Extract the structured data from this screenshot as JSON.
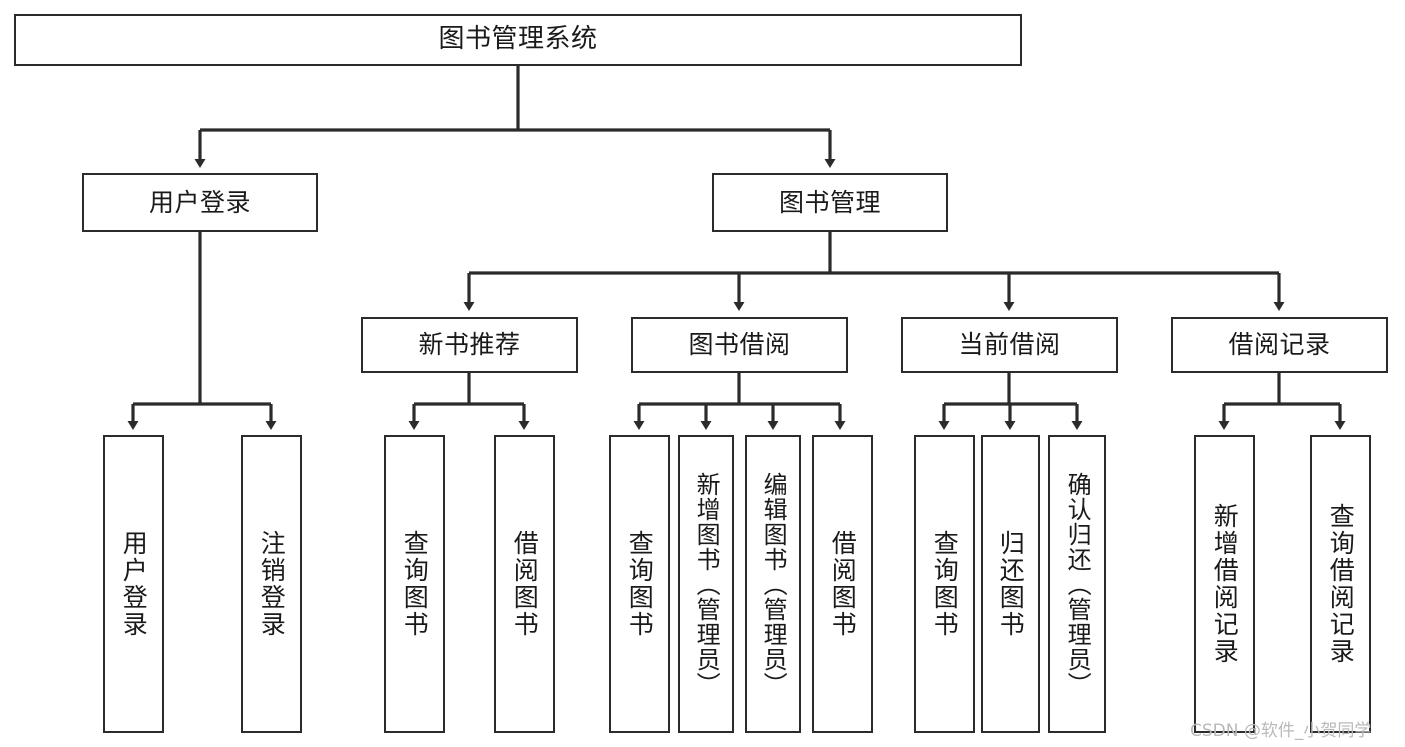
{
  "diagram": {
    "type": "tree",
    "title": "图书管理系统",
    "orientation": "top-down",
    "colors": {
      "box_border": "#2b2b2b",
      "box_fill": "#ffffff",
      "connector": "#2b2b2b",
      "text": "#1a1a1a",
      "watermark": "#b9b9b9",
      "background": "#ffffff"
    },
    "levels": {
      "level1": [
        {
          "id": "root",
          "label": "图书管理系统"
        }
      ],
      "level2": [
        {
          "id": "user-login",
          "label": "用户登录",
          "parent": "root"
        },
        {
          "id": "book-manage",
          "label": "图书管理",
          "parent": "root"
        }
      ],
      "level3": [
        {
          "id": "new-book-rec",
          "label": "新书推荐",
          "parent": "book-manage"
        },
        {
          "id": "book-borrow",
          "label": "图书借阅",
          "parent": "book-manage"
        },
        {
          "id": "current-borrow",
          "label": "当前借阅",
          "parent": "book-manage"
        },
        {
          "id": "borrow-record",
          "label": "借阅记录",
          "parent": "book-manage"
        }
      ],
      "leaves": [
        {
          "id": "leaf-user-login",
          "label": "用户登录",
          "parent": "user-login"
        },
        {
          "id": "leaf-logout",
          "label": "注销登录",
          "parent": "user-login"
        },
        {
          "id": "leaf-query-book-1",
          "label": "查询图书",
          "parent": "new-book-rec"
        },
        {
          "id": "leaf-borrow-book-1",
          "label": "借阅图书",
          "parent": "new-book-rec"
        },
        {
          "id": "leaf-query-book-2",
          "label": "查询图书",
          "parent": "book-borrow"
        },
        {
          "id": "leaf-add-book",
          "label": "新增图书（管理员）",
          "parent": "book-borrow"
        },
        {
          "id": "leaf-edit-book",
          "label": "编辑图书（管理员）",
          "parent": "book-borrow"
        },
        {
          "id": "leaf-borrow-book-2",
          "label": "借阅图书",
          "parent": "book-borrow"
        },
        {
          "id": "leaf-query-book-3",
          "label": "查询图书",
          "parent": "current-borrow"
        },
        {
          "id": "leaf-return-book",
          "label": "归还图书",
          "parent": "current-borrow"
        },
        {
          "id": "leaf-confirm-return",
          "label": "确认归还（管理员）",
          "parent": "current-borrow"
        },
        {
          "id": "leaf-add-record",
          "label": "新增借阅记录",
          "parent": "borrow-record"
        },
        {
          "id": "leaf-query-record",
          "label": "查询借阅记录",
          "parent": "borrow-record"
        }
      ]
    }
  },
  "watermark": {
    "text": "CSDN @软件_小贺同学"
  }
}
